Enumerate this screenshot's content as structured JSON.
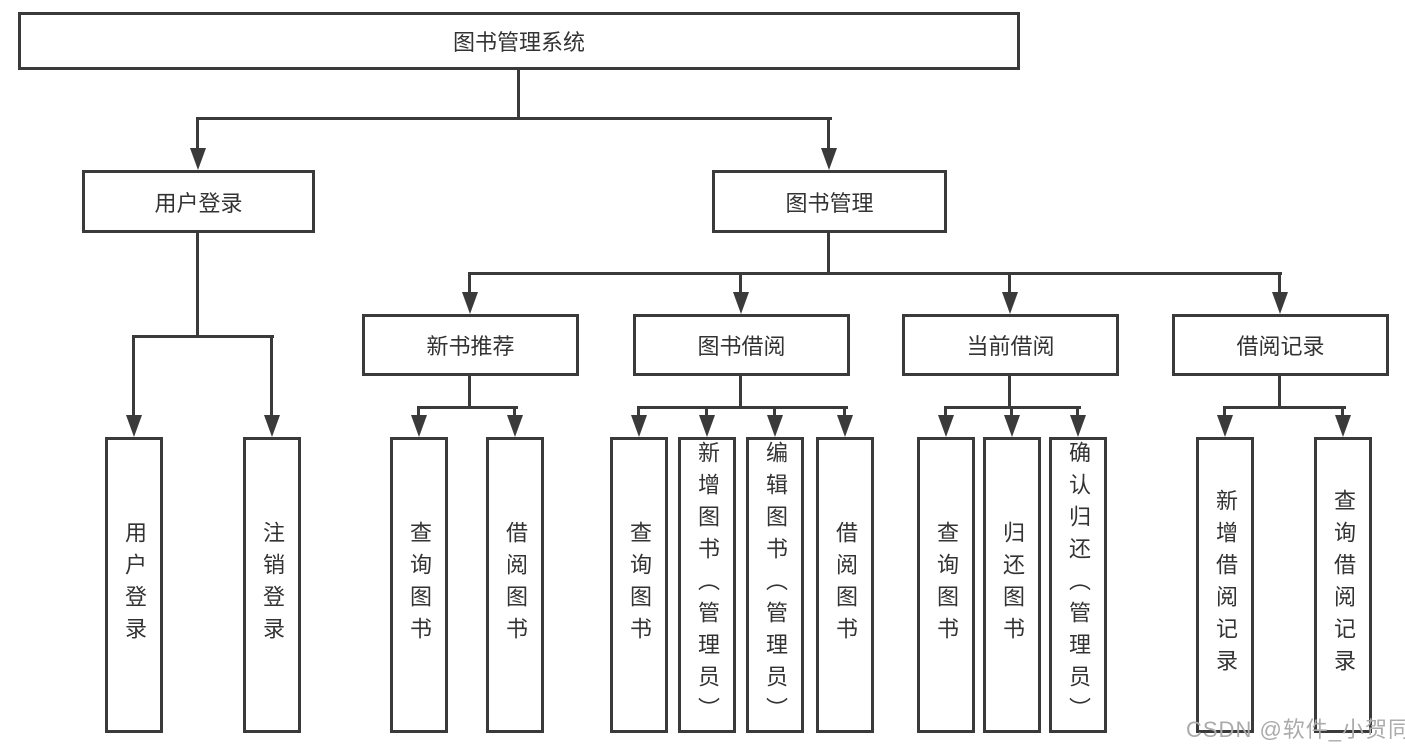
{
  "tree": {
    "label": "图书管理系统",
    "children": [
      {
        "label": "用户登录",
        "children": [
          {
            "label": "用户登录"
          },
          {
            "label": "注销登录"
          }
        ]
      },
      {
        "label": "图书管理",
        "children": [
          {
            "label": "新书推荐",
            "children": [
              {
                "label": "查询图书"
              },
              {
                "label": "借阅图书"
              }
            ]
          },
          {
            "label": "图书借阅",
            "children": [
              {
                "label": "查询图书"
              },
              {
                "label": "新增图书（管理员）"
              },
              {
                "label": "编辑图书（管理员）"
              },
              {
                "label": "借阅图书"
              }
            ]
          },
          {
            "label": "当前借阅",
            "children": [
              {
                "label": "查询图书"
              },
              {
                "label": "归还图书"
              },
              {
                "label": "确认归还（管理员）"
              }
            ]
          },
          {
            "label": "借阅记录",
            "children": [
              {
                "label": "新增借阅记录"
              },
              {
                "label": "查询借阅记录"
              }
            ]
          }
        ]
      }
    ]
  },
  "watermark": "CSDN @软件_小贺同学",
  "colors": {
    "line": "#3a3a3a",
    "text": "#333333",
    "background": "#ffffff",
    "watermark": "#ababab"
  }
}
